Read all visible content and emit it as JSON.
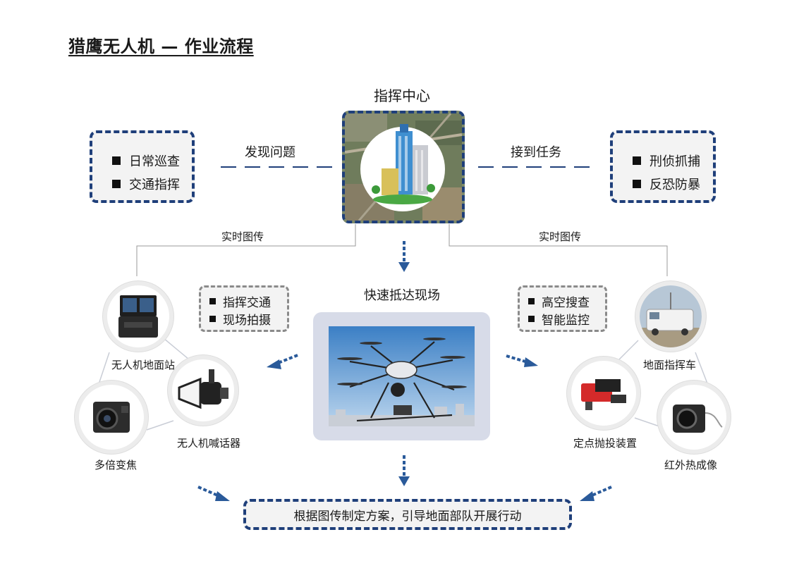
{
  "title": "猎鹰无人机 — 作业流程",
  "command_center": {
    "label": "指挥中心"
  },
  "left_top_box": {
    "items": [
      "日常巡查",
      "交通指挥"
    ]
  },
  "right_top_box": {
    "items": [
      "刑侦抓捕",
      "反恐防暴"
    ]
  },
  "edge_labels": {
    "discover": "发现问题",
    "receive": "接到任务",
    "realtime_left": "实时图传",
    "realtime_right": "实时图传"
  },
  "center": {
    "label": "快速抵达现场"
  },
  "mid_left_box": {
    "items": [
      "指挥交通",
      "现场拍摄"
    ]
  },
  "mid_right_box": {
    "items": [
      "高空搜查",
      "智能监控"
    ]
  },
  "equipment_left": {
    "ground_station": "无人机地面站",
    "loudspeaker": "无人机喊话器",
    "zoom_camera": "多倍变焦"
  },
  "equipment_right": {
    "command_vehicle": "地面指挥车",
    "drop_device": "定点抛投装置",
    "thermal_camera": "红外热成像"
  },
  "bottom": {
    "text": "根据图传制定方案，引导地面部队开展行动"
  },
  "colors": {
    "accent": "#1f3f7a",
    "arrow": "#2a5a9a",
    "dashed_gray": "#8a8a8a"
  }
}
